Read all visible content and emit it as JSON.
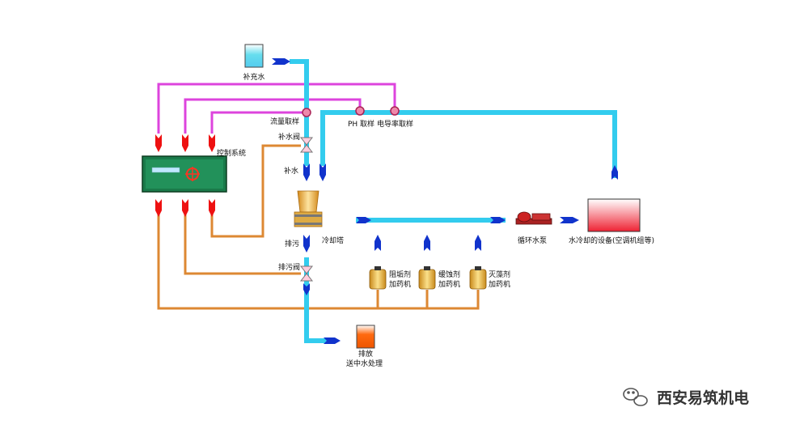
{
  "labels": {
    "makeup_water": "补充水",
    "flow_sampling": "流量取样",
    "ph_sampling": "PH 取样",
    "conductivity_sampling": "电导率取样",
    "makeup_valve": "补水阀",
    "control_system": "控制系统",
    "makeup": "补水",
    "cooling_tower": "冷却塔",
    "blowdown": "排污",
    "blowdown_valve": "排污阀",
    "scale_inhibitor_line1": "阻垢剂",
    "scale_inhibitor_line2": "加药机",
    "corrosion_inhibitor_line1": "缓蚀剂",
    "corrosion_inhibitor_line2": "加药机",
    "algaecide_line1": "灭藻剂",
    "algaecide_line2": "加药机",
    "circulating_pump": "循环水泵",
    "cooled_equipment": "水冷却的设备(空调机组等)",
    "drain_line1": "排放",
    "drain_line2": "送中水处理"
  },
  "watermark": {
    "text": "西安易筑机电",
    "icon": "wechat-icon"
  },
  "colors": {
    "water_pipe": "#33ccee",
    "signal_line": "#dd44dd",
    "control_line": "#dd8833",
    "flow_arrow": "#1133cc",
    "control_arrow": "#ee1111",
    "sample_point": "#ee6699",
    "valve": "#ffccdd"
  }
}
